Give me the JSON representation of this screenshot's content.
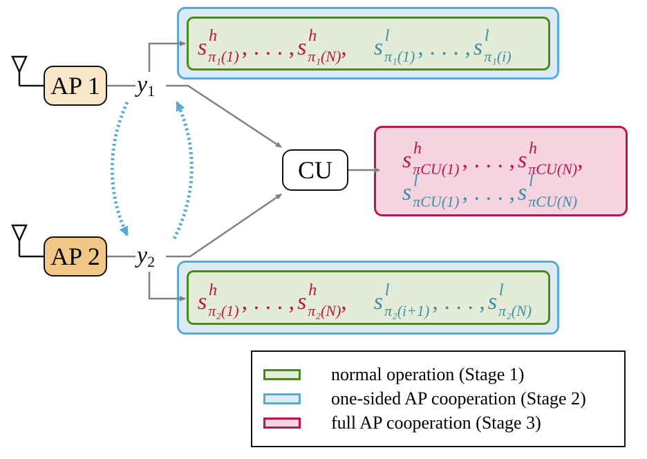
{
  "aps": [
    {
      "label": "AP 1",
      "signal_base": "y",
      "signal_index": "1"
    },
    {
      "label": "AP 2",
      "signal_base": "y",
      "signal_index": "2"
    }
  ],
  "cu": {
    "label": "CU"
  },
  "ap1_decoded": {
    "high": [
      {
        "base": "s",
        "sup": "h",
        "sub": "π₁(1)"
      },
      {
        "base": "s",
        "sup": "h",
        "sub": "π₁(N)"
      }
    ],
    "low": [
      {
        "base": "s",
        "sup": "l",
        "sub": "π₁(1)"
      },
      {
        "base": "s",
        "sup": "l",
        "sub": "π₁(i)"
      }
    ],
    "ellipsis": ", . . . ,",
    "comma": ","
  },
  "ap2_decoded": {
    "high": [
      {
        "base": "s",
        "sup": "h",
        "sub": "π₂(1)"
      },
      {
        "base": "s",
        "sup": "h",
        "sub": "π₂(N)"
      }
    ],
    "low": [
      {
        "base": "s",
        "sup": "l",
        "sub": "π₂(i+1)"
      },
      {
        "base": "s",
        "sup": "l",
        "sub": "π₂(N)"
      }
    ],
    "ellipsis": ", . . . ,",
    "comma": ","
  },
  "cu_decoded": {
    "high": [
      {
        "base": "s",
        "sup": "h",
        "sub": "πCU(1)"
      },
      {
        "base": "s",
        "sup": "h",
        "sub": "πCU(N)"
      }
    ],
    "low": [
      {
        "base": "s",
        "sup": "l",
        "sub": "πCU(1)"
      },
      {
        "base": "s",
        "sup": "l",
        "sub": "πCU(N)"
      }
    ],
    "ellipsis": ", . . . ,",
    "comma": ","
  },
  "legend": [
    {
      "label": "normal operation (Stage 1)",
      "fill": "#e3ecd6",
      "stroke": "#4a8a1c"
    },
    {
      "label": "one-sided AP cooperation (Stage 2)",
      "fill": "#dceaf4",
      "stroke": "#5aa9d3"
    },
    {
      "label": "full AP cooperation (Stage 3)",
      "fill": "#f5d3df",
      "stroke": "#c0134a"
    }
  ],
  "colors": {
    "high": "#c0134a",
    "low": "#3e8ea8",
    "arrow": "#808080",
    "coop_arrow": "#5aa9d3"
  }
}
